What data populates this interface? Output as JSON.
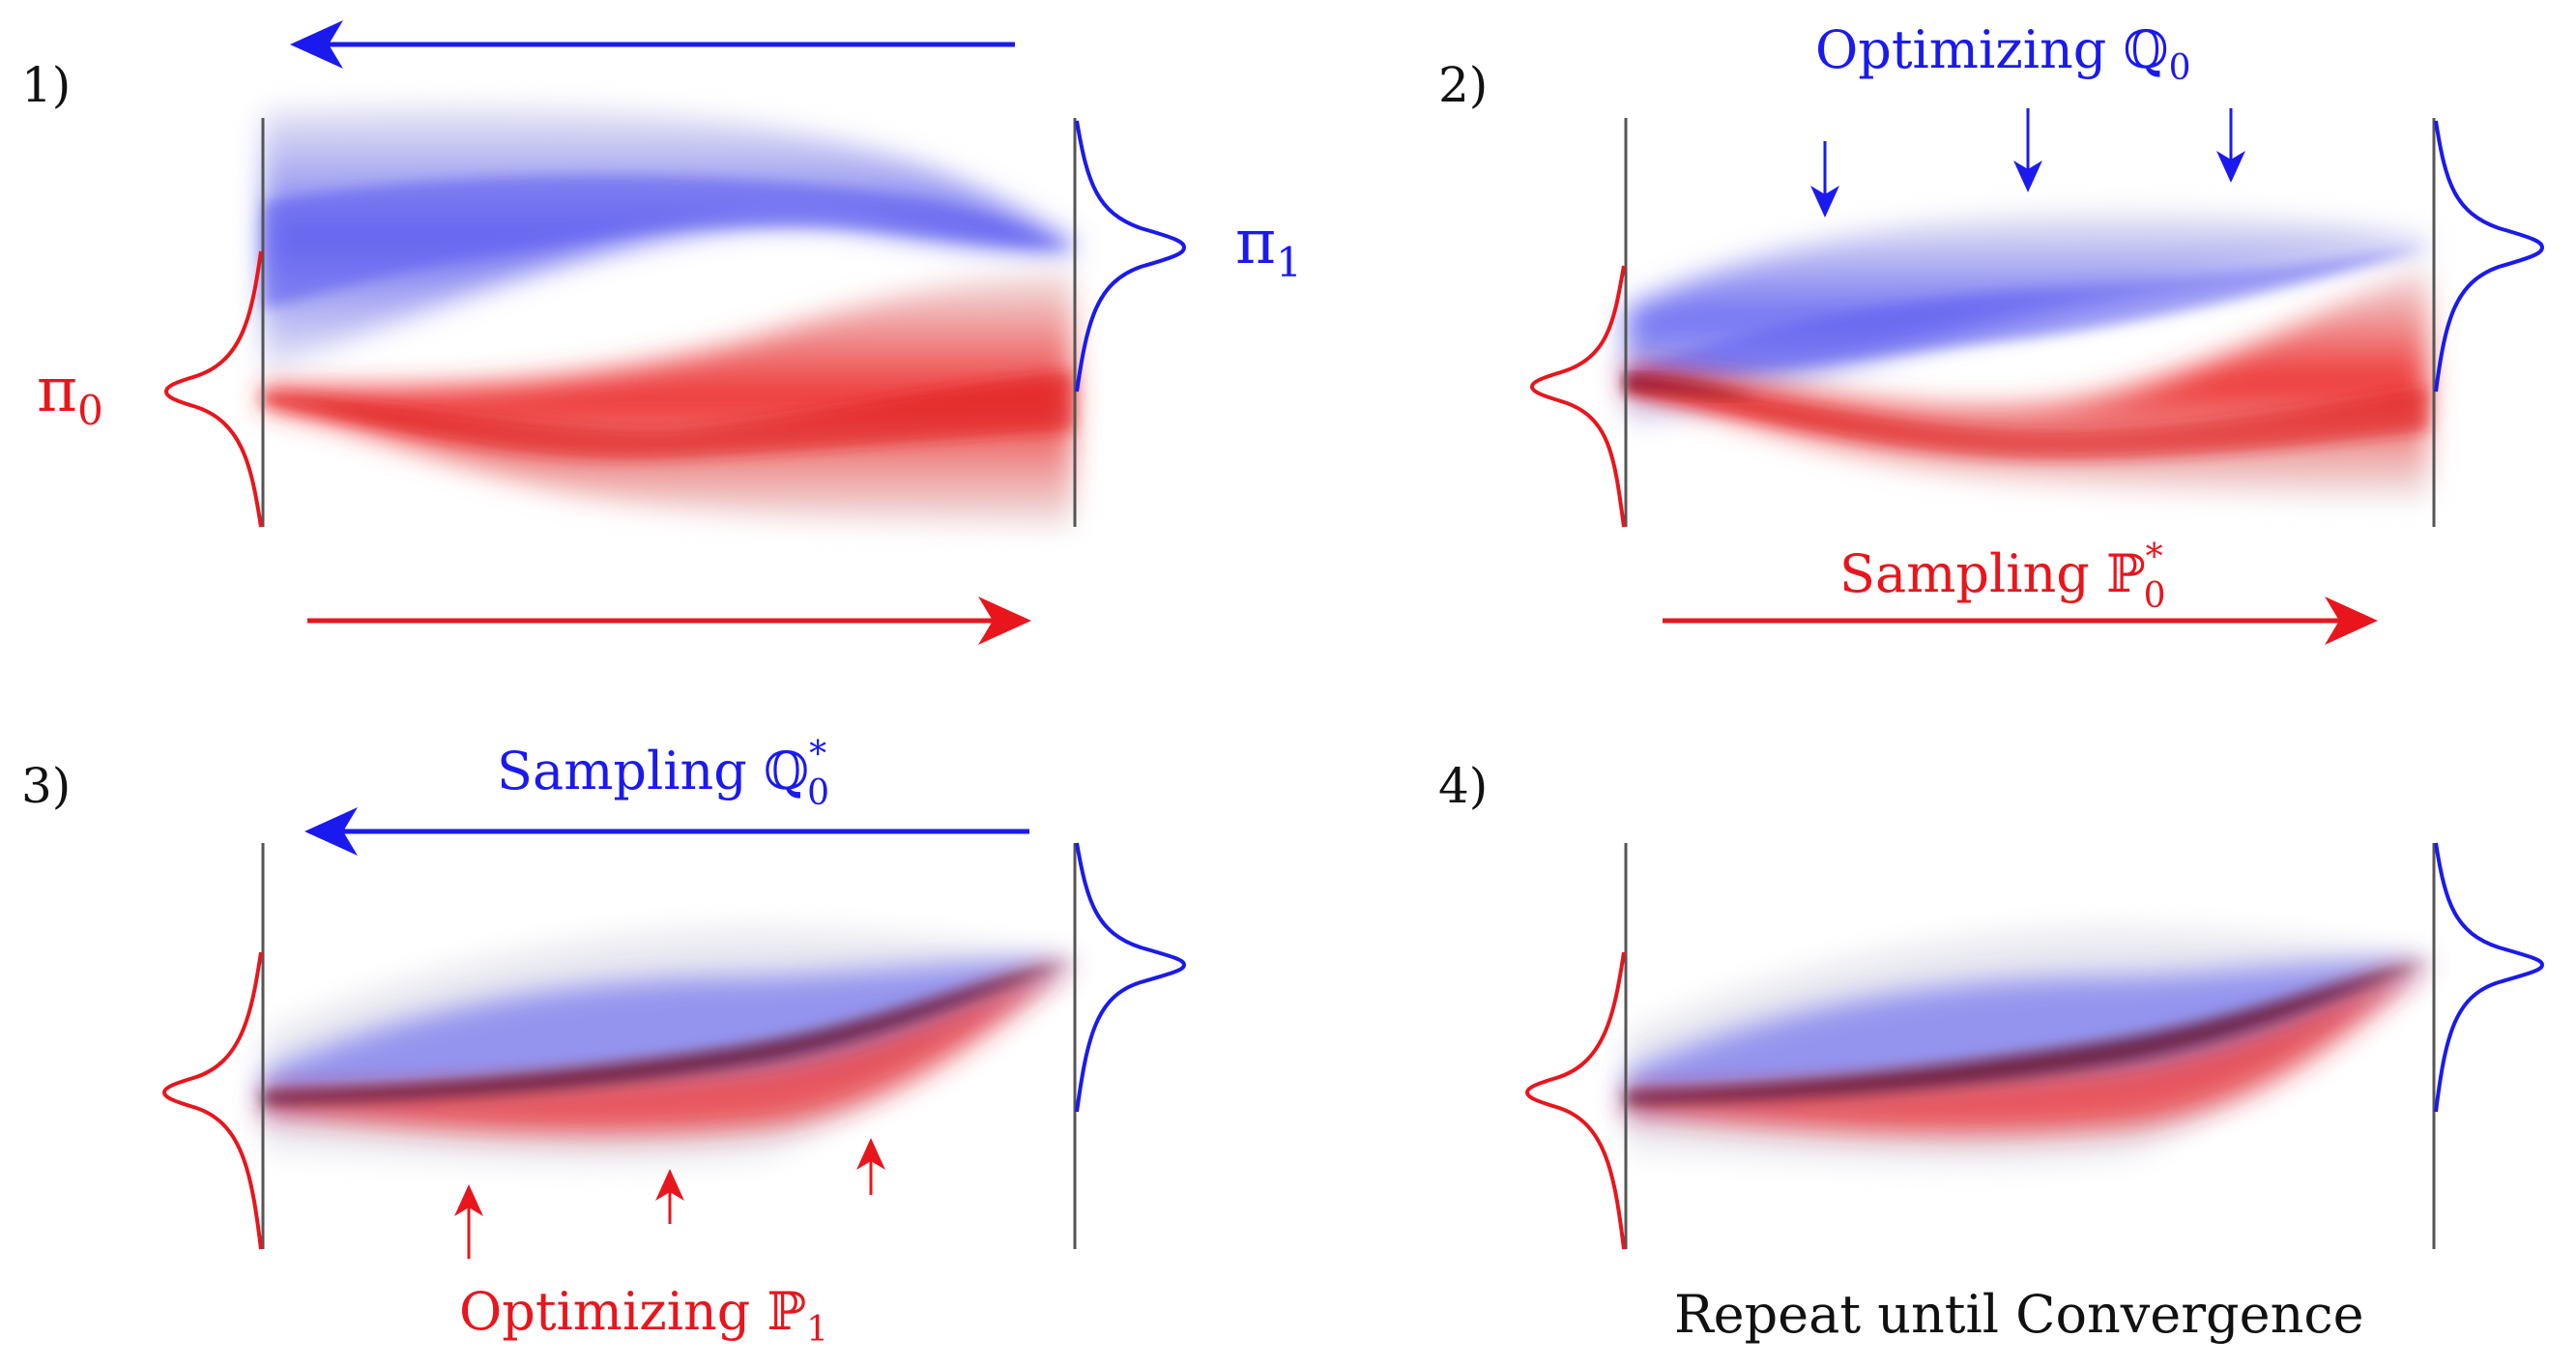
{
  "colors": {
    "red": "#e8161c",
    "blue": "#1a1aee",
    "dark": "#5a0812",
    "axis": "#555555",
    "text": "#111111"
  },
  "panels": [
    {
      "number": "1)",
      "label_pi0": "π",
      "label_pi0_sub": "0",
      "label_pi1": "π",
      "label_pi1_sub": "1"
    },
    {
      "number": "2)",
      "top_text": "Optimizing ",
      "top_symbol": "ℚ",
      "top_sub": "0",
      "bottom_text": "Sampling ",
      "bottom_symbol": "ℙ",
      "bottom_sup": "*",
      "bottom_sub": "0"
    },
    {
      "number": "3)",
      "top_text": "Sampling ",
      "top_symbol": "ℚ",
      "top_sup": "*",
      "top_sub": "0",
      "bottom_text": "Optimizing ",
      "bottom_symbol": "ℙ",
      "bottom_sub": "1"
    },
    {
      "number": "4)",
      "caption": "Repeat until Convergence"
    }
  ]
}
